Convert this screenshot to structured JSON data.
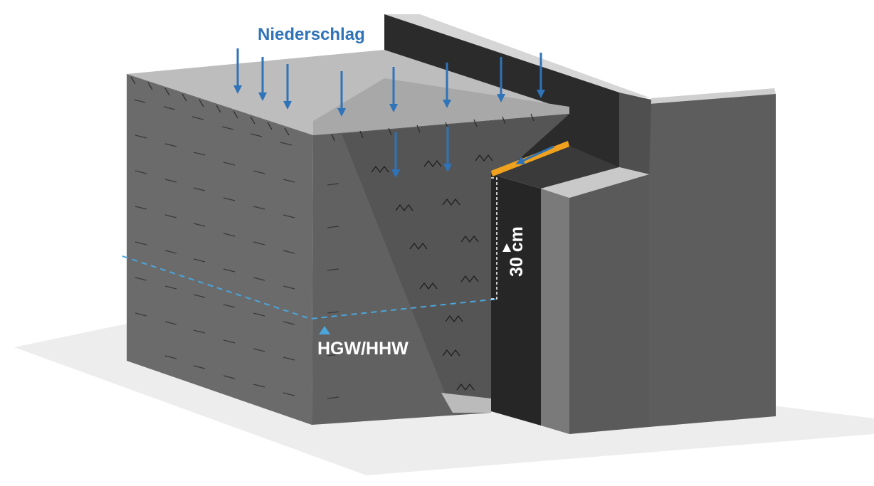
{
  "labels": {
    "precipitation": "Niederschlag",
    "groundwater_level": "HGW/HHW",
    "dimension": "30 cm"
  },
  "colors": {
    "label_blue": "#2f73b8",
    "rain_arrow": "#2f73b8",
    "groundwater_line": "#4aa6dc",
    "drainage_strip": "#f0a21f",
    "waterproofing": "#2b2b2b",
    "soil_front": "#6b6b6b",
    "wall": "#5f5f5f",
    "text_white": "#ffffff"
  },
  "icons": {
    "rain": "arrow-down-icon",
    "level_marker": "triangle-up-icon"
  }
}
